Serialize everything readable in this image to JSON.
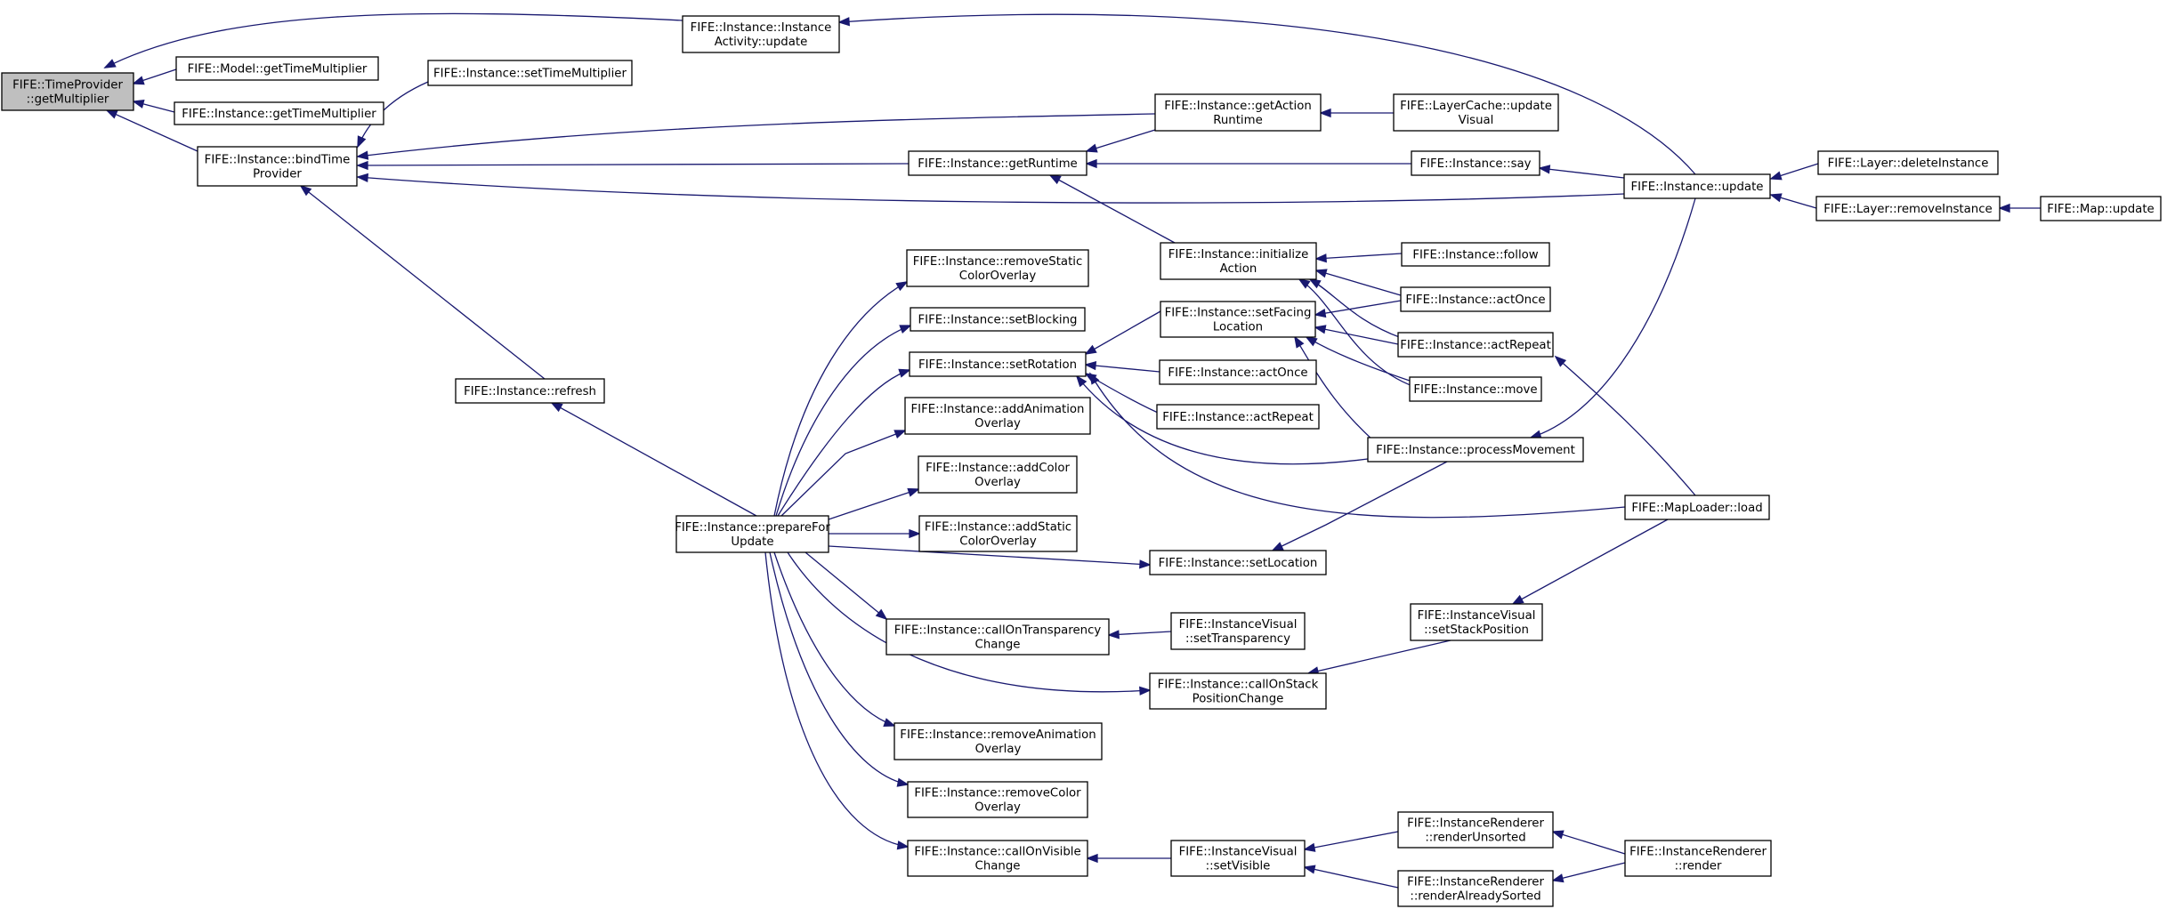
{
  "nodes": [
    {
      "id": "root",
      "lines": [
        "FIFE::TimeProvider",
        "::getMultiplier"
      ],
      "root": true
    },
    {
      "id": "model_gtm",
      "lines": [
        "FIFE::Model::getTimeMultiplier"
      ]
    },
    {
      "id": "inst_gtm",
      "lines": [
        "FIFE::Instance::getTimeMultiplier"
      ]
    },
    {
      "id": "bindtp",
      "lines": [
        "FIFE::Instance::bindTime",
        "Provider"
      ]
    },
    {
      "id": "activity_update",
      "lines": [
        "FIFE::Instance::Instance",
        "Activity::update"
      ]
    },
    {
      "id": "settm",
      "lines": [
        "FIFE::Instance::setTimeMultiplier"
      ]
    },
    {
      "id": "getactionruntime",
      "lines": [
        "FIFE::Instance::getAction",
        "Runtime"
      ]
    },
    {
      "id": "layercache_update",
      "lines": [
        "FIFE::LayerCache::update",
        "Visual"
      ]
    },
    {
      "id": "getruntime",
      "lines": [
        "FIFE::Instance::getRuntime"
      ]
    },
    {
      "id": "say",
      "lines": [
        "FIFE::Instance::say"
      ]
    },
    {
      "id": "inst_update",
      "lines": [
        "FIFE::Instance::update"
      ]
    },
    {
      "id": "layer_delete",
      "lines": [
        "FIFE::Layer::deleteInstance"
      ]
    },
    {
      "id": "layer_remove",
      "lines": [
        "FIFE::Layer::removeInstance"
      ]
    },
    {
      "id": "map_update",
      "lines": [
        "FIFE::Map::update"
      ]
    },
    {
      "id": "initaction",
      "lines": [
        "FIFE::Instance::initialize",
        "Action"
      ]
    },
    {
      "id": "follow",
      "lines": [
        "FIFE::Instance::follow"
      ]
    },
    {
      "id": "actonce1",
      "lines": [
        "FIFE::Instance::actOnce"
      ]
    },
    {
      "id": "setfacing",
      "lines": [
        "FIFE::Instance::setFacing",
        "Location"
      ]
    },
    {
      "id": "actrepeat1",
      "lines": [
        "FIFE::Instance::actRepeat"
      ]
    },
    {
      "id": "move",
      "lines": [
        "FIFE::Instance::move"
      ]
    },
    {
      "id": "removestatic",
      "lines": [
        "FIFE::Instance::removeStatic",
        "ColorOverlay"
      ]
    },
    {
      "id": "setblocking",
      "lines": [
        "FIFE::Instance::setBlocking"
      ]
    },
    {
      "id": "setrotation",
      "lines": [
        "FIFE::Instance::setRotation"
      ]
    },
    {
      "id": "actonce2",
      "lines": [
        "FIFE::Instance::actOnce"
      ]
    },
    {
      "id": "actrepeat2",
      "lines": [
        "FIFE::Instance::actRepeat"
      ]
    },
    {
      "id": "addanim",
      "lines": [
        "FIFE::Instance::addAnimation",
        "Overlay"
      ]
    },
    {
      "id": "processmove",
      "lines": [
        "FIFE::Instance::processMovement"
      ]
    },
    {
      "id": "refresh",
      "lines": [
        "FIFE::Instance::refresh"
      ]
    },
    {
      "id": "addcolor",
      "lines": [
        "FIFE::Instance::addColor",
        "Overlay"
      ]
    },
    {
      "id": "mapload",
      "lines": [
        "FIFE::MapLoader::load"
      ]
    },
    {
      "id": "prepare",
      "lines": [
        "FIFE::Instance::prepareFor",
        "Update"
      ]
    },
    {
      "id": "addstatic",
      "lines": [
        "FIFE::Instance::addStatic",
        "ColorOverlay"
      ]
    },
    {
      "id": "setlocation",
      "lines": [
        "FIFE::Instance::setLocation"
      ]
    },
    {
      "id": "stackpos",
      "lines": [
        "FIFE::InstanceVisual",
        "::setStackPosition"
      ]
    },
    {
      "id": "calltransp",
      "lines": [
        "FIFE::Instance::callOnTransparency",
        "Change"
      ]
    },
    {
      "id": "settransp",
      "lines": [
        "FIFE::InstanceVisual",
        "::setTransparency"
      ]
    },
    {
      "id": "callstack",
      "lines": [
        "FIFE::Instance::callOnStack",
        "PositionChange"
      ]
    },
    {
      "id": "removeanim",
      "lines": [
        "FIFE::Instance::removeAnimation",
        "Overlay"
      ]
    },
    {
      "id": "removecolor",
      "lines": [
        "FIFE::Instance::removeColor",
        "Overlay"
      ]
    },
    {
      "id": "rendunsorted",
      "lines": [
        "FIFE::InstanceRenderer",
        "::renderUnsorted"
      ]
    },
    {
      "id": "callvisible",
      "lines": [
        "FIFE::Instance::callOnVisible",
        "Change"
      ]
    },
    {
      "id": "setvisible",
      "lines": [
        "FIFE::InstanceVisual",
        "::setVisible"
      ]
    },
    {
      "id": "render",
      "lines": [
        "FIFE::InstanceRenderer",
        "::render"
      ]
    },
    {
      "id": "rendsorted",
      "lines": [
        "FIFE::InstanceRenderer",
        "::renderAlreadySorted"
      ]
    }
  ],
  "edges": [
    [
      "root",
      "model_gtm"
    ],
    [
      "root",
      "inst_gtm"
    ],
    [
      "root",
      "bindtp"
    ],
    [
      "root",
      "activity_update"
    ],
    [
      "bindtp",
      "settm"
    ],
    [
      "bindtp",
      "getactionruntime"
    ],
    [
      "bindtp",
      "getruntime"
    ],
    [
      "bindtp",
      "inst_update"
    ],
    [
      "bindtp",
      "refresh"
    ],
    [
      "activity_update",
      "inst_update"
    ],
    [
      "getactionruntime",
      "layercache_update"
    ],
    [
      "getruntime",
      "getactionruntime"
    ],
    [
      "getruntime",
      "say"
    ],
    [
      "getruntime",
      "initaction"
    ],
    [
      "say",
      "inst_update"
    ],
    [
      "inst_update",
      "layer_delete"
    ],
    [
      "inst_update",
      "layer_remove"
    ],
    [
      "inst_update",
      "processmove"
    ],
    [
      "layer_remove",
      "map_update"
    ],
    [
      "initaction",
      "follow"
    ],
    [
      "initaction",
      "actonce1"
    ],
    [
      "initaction",
      "actrepeat1"
    ],
    [
      "initaction",
      "move"
    ],
    [
      "setfacing",
      "actonce1"
    ],
    [
      "setfacing",
      "actrepeat1"
    ],
    [
      "setfacing",
      "move"
    ],
    [
      "setfacing",
      "processmove"
    ],
    [
      "setrotation",
      "setfacing"
    ],
    [
      "setrotation",
      "actonce2"
    ],
    [
      "setrotation",
      "actrepeat2"
    ],
    [
      "setrotation",
      "processmove"
    ],
    [
      "setrotation",
      "mapload"
    ],
    [
      "actrepeat1",
      "mapload"
    ],
    [
      "refresh",
      "prepare"
    ],
    [
      "prepare",
      "removestatic"
    ],
    [
      "prepare",
      "setblocking"
    ],
    [
      "prepare",
      "setrotation"
    ],
    [
      "prepare",
      "addanim"
    ],
    [
      "prepare",
      "addcolor"
    ],
    [
      "prepare",
      "addstatic"
    ],
    [
      "prepare",
      "setlocation"
    ],
    [
      "prepare",
      "calltransp"
    ],
    [
      "prepare",
      "callstack"
    ],
    [
      "prepare",
      "removeanim"
    ],
    [
      "prepare",
      "removecolor"
    ],
    [
      "prepare",
      "callvisible"
    ],
    [
      "setlocation",
      "processmove"
    ],
    [
      "stackpos",
      "mapload"
    ],
    [
      "calltransp",
      "settransp"
    ],
    [
      "callstack",
      "stackpos"
    ],
    [
      "callvisible",
      "setvisible"
    ],
    [
      "setvisible",
      "rendunsorted"
    ],
    [
      "setvisible",
      "rendsorted"
    ],
    [
      "rendunsorted",
      "render"
    ],
    [
      "rendsorted",
      "render"
    ]
  ]
}
